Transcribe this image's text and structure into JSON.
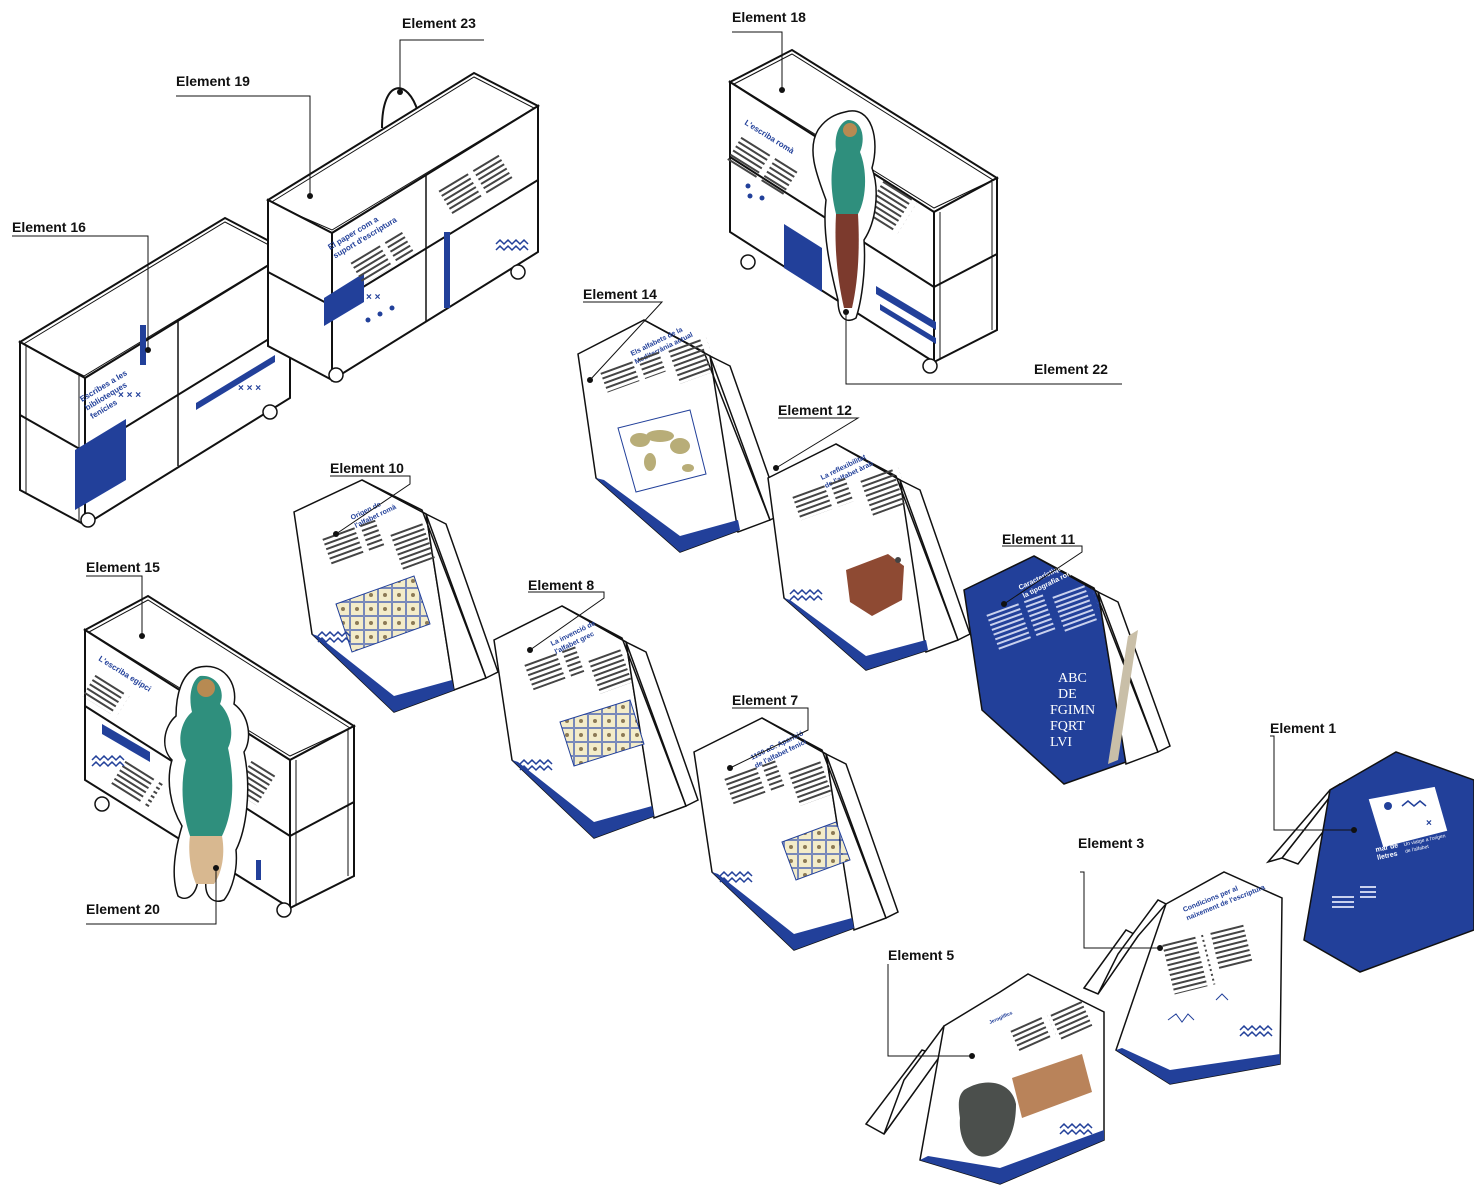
{
  "colors": {
    "brand_blue": "#22409a",
    "outline": "#111111",
    "paper": "#ffffff",
    "figure_green": "#2f8f7d",
    "figure_red": "#7c3a2d",
    "stone": "#8e4a33",
    "map_tan": "#b8ad78"
  },
  "callouts": {
    "e1": "Element 1",
    "e3": "Element 3",
    "e5": "Element 5",
    "e7": "Element 7",
    "e8": "Element 8",
    "e10": "Element 10",
    "e11": "Element 11",
    "e12": "Element 12",
    "e14": "Element 14",
    "e15": "Element 15",
    "e16": "Element 16",
    "e18": "Element 18",
    "e19": "Element 19",
    "e20": "Element 20",
    "e22": "Element 22",
    "e23": "Element 23"
  },
  "panel_titles": {
    "p1_a": "mar de",
    "p1_b": "lletres",
    "p1_c": "Un viatge a l'origen",
    "p1_d": "de l'alfabet",
    "p3_a": "Condicions per al",
    "p3_b": "naixement de l'escriptura",
    "p5": "Jeroglífics",
    "p7_a": "1100 aC. Aparició",
    "p7_b": "de l'alfabet fenici",
    "p8_a": "La invenció de",
    "p8_b": "l'alfabet grec",
    "p10_a": "Origen de",
    "p10_b": "l'alfabet romà",
    "p11_a": "Característiques de",
    "p11_b": "la tipografia romana",
    "p12_a": "La reflexibilitat",
    "p12_b": "de l'alfabet àrab",
    "p14_a": "Els alfabets de la",
    "p14_b": "Mediterrània actual",
    "p11_letters": [
      "ABC",
      "DE",
      "FGIMN",
      "FQRT",
      "LVI"
    ]
  },
  "cabinet_titles": {
    "c16_a": "Escribes a les",
    "c16_b": "biblioteques",
    "c16_c": "fenícies",
    "c19_a": "El paper com a",
    "c19_b": "suport d'escriptura",
    "c18": "L'escriba romà",
    "c15": "L'escriba egipci"
  }
}
